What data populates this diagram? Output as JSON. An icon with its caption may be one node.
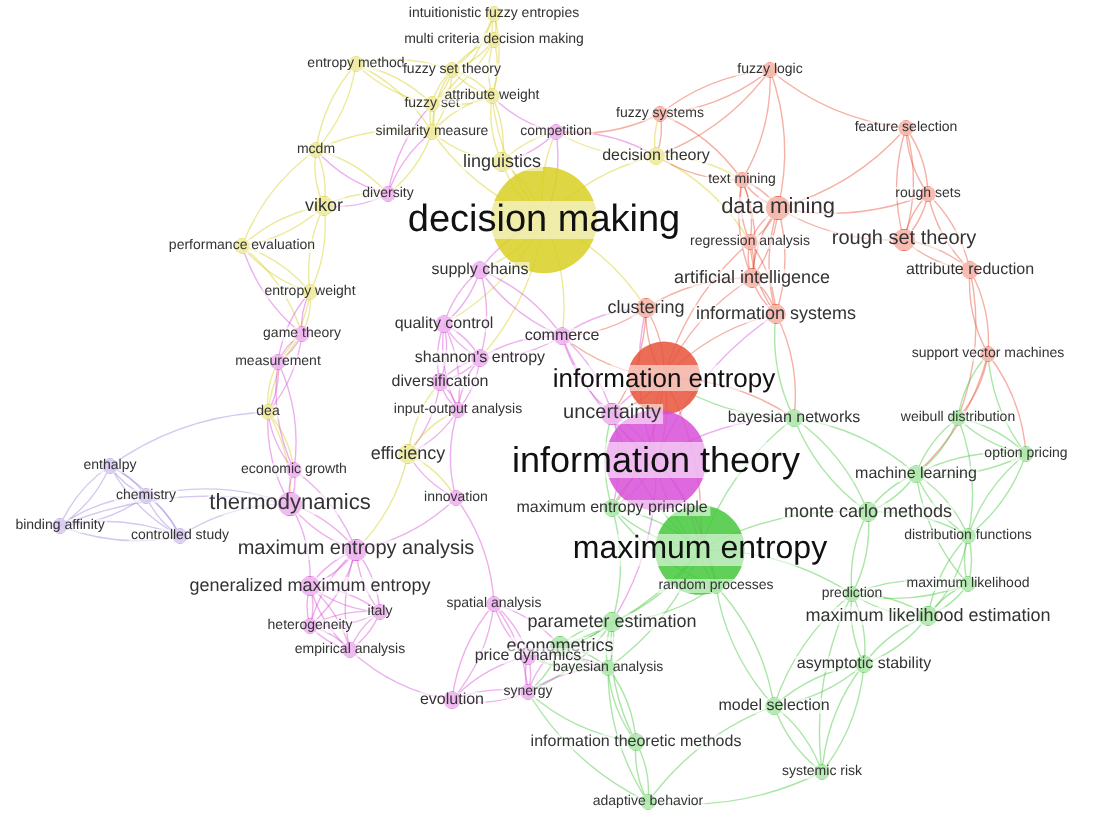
{
  "diagram": {
    "labels": [
      "intuitionistic fuzzy entropies",
      "multi criteria decision making",
      "entropy method",
      "fuzzy set theory",
      "fuzzy logic",
      "fuzzy set",
      "attribute weight",
      "similarity measure",
      "competition",
      "fuzzy systems",
      "feature selection",
      "mcdm",
      "decision theory",
      "linguistics",
      "text mining",
      "rough sets",
      "diversity",
      "vikor",
      "decision making",
      "data mining",
      "regression analysis",
      "rough set theory",
      "performance evaluation",
      "supply chains",
      "artificial intelligence",
      "attribute reduction",
      "entropy weight",
      "clustering",
      "information systems",
      "quality control",
      "game theory",
      "commerce",
      "support vector machines",
      "shannon's entropy",
      "measurement",
      "information entropy",
      "diversification",
      "dea",
      "input-output analysis",
      "uncertainty",
      "bayesian networks",
      "weibull distribution",
      "efficiency",
      "information theory",
      "economic growth",
      "enthalpy",
      "machine learning",
      "option pricing",
      "chemistry",
      "thermodynamics",
      "binding affinity",
      "controlled study",
      "innovation",
      "maximum entropy principle",
      "monte carlo methods",
      "maximum entropy analysis",
      "maximum entropy",
      "distribution functions",
      "generalized maximum entropy",
      "random processes",
      "maximum likelihood",
      "italy",
      "spatial analysis",
      "prediction",
      "maximum likelihood estimation",
      "parameter estimation",
      "heterogeneity",
      "econometrics",
      "empirical analysis",
      "price dynamics",
      "bayesian analysis",
      "asymptotic stability",
      "synergy",
      "evolution",
      "model selection",
      "information theoretic methods",
      "systemic risk",
      "adaptive behavior"
    ]
  }
}
